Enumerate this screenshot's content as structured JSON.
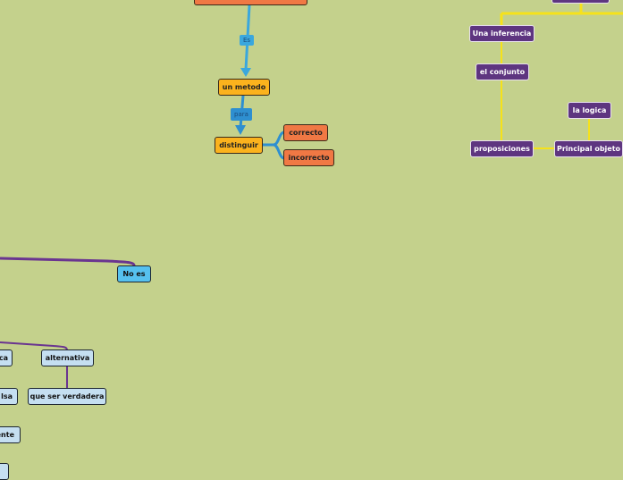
{
  "diagram": {
    "title": "Logic concept map",
    "colors": {
      "background": "#c4d18c",
      "orange": "#f07844",
      "yellow": "#fbb21d",
      "purple": "#5e3580",
      "blue": "#56c1ef",
      "light_blue": "#c5dff1",
      "yellow_link": "#f6e21a",
      "blue_link": "#3aa7dd",
      "purple_link": "#6a3590"
    },
    "link_labels": {
      "es": "Es",
      "para": "para"
    },
    "nodes": {
      "un_metodo": "un metodo",
      "distinguir": "distinguir",
      "correcto": "correcto",
      "incorrecto": "incorrecto",
      "una_inferencia": "Una inferencia",
      "el_conjunto": "el conjunto",
      "proposiciones": "proposiciones",
      "principal_objeto": "Principal objeto",
      "la_logica": "la logica",
      "no_es": "No es",
      "alternativa": "alternativa",
      "que_ser_verdadera": "que ser verdadera",
      "partial_ca": "ca",
      "partial_lsa": "lsa",
      "partial_ente": "ente"
    }
  }
}
